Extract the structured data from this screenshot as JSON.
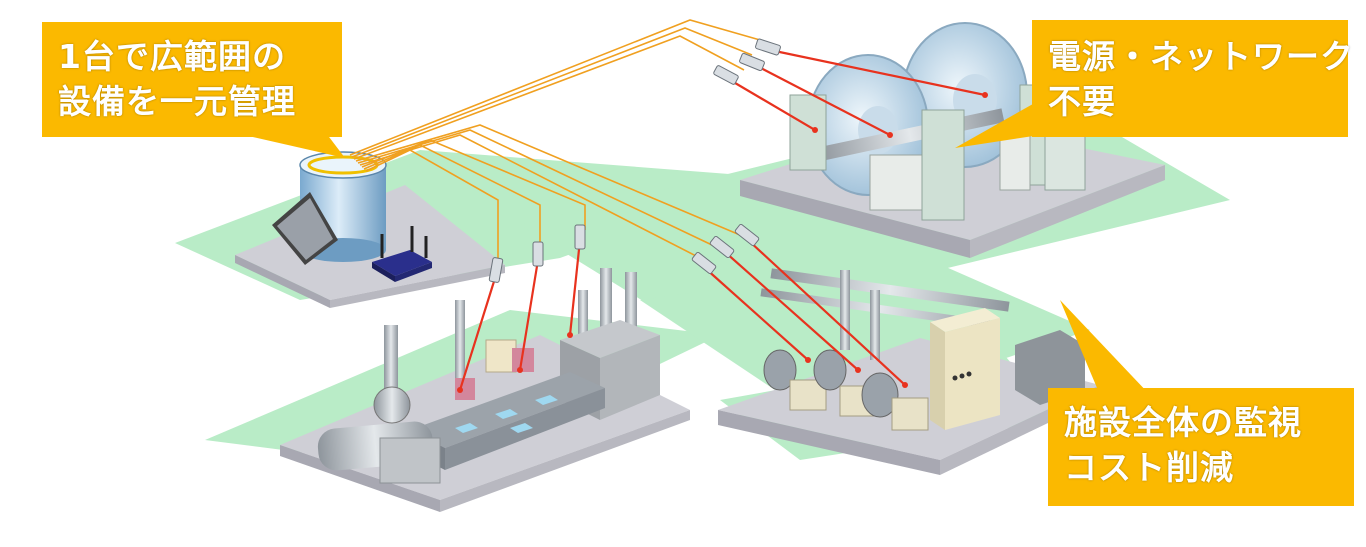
{
  "callouts": {
    "wide_area": {
      "line1": "1台で広範囲の",
      "line2": "設備を一元管理"
    },
    "no_power": {
      "line1": "電源・ネットワーク",
      "line2": "不要"
    },
    "cost": {
      "line1": "施設全体の監視",
      "line2": "コスト削減"
    }
  },
  "colors": {
    "callout_bg": "#fbb900",
    "callout_text": "#ffffff",
    "floor": "#b9ecc7",
    "platform": "#cfcfd6",
    "fiber": "#f0a020",
    "laser": "#e8321e"
  }
}
